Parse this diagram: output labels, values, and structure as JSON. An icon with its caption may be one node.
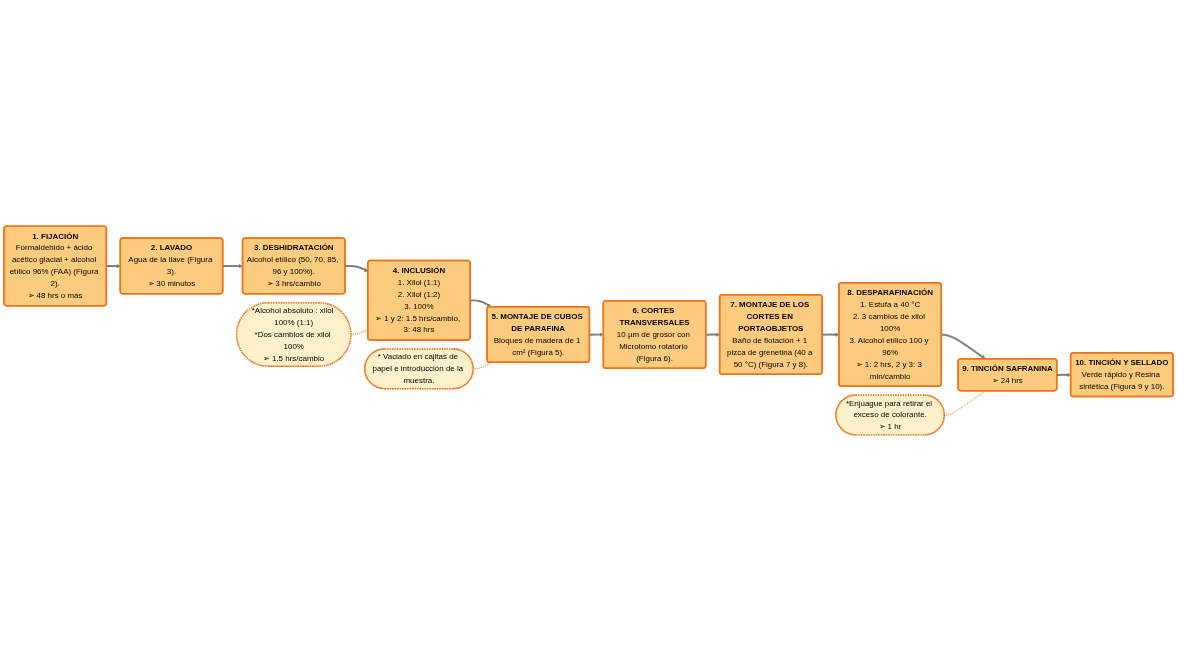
{
  "diagram": {
    "nodes": [
      {
        "text": [
          "1. FIJACIÓN",
          "Formaldehido + ácido acético glacial + alcohol etílico 96% (FAA) (Figura 2).",
          "➢ 48 hrs o más"
        ]
      },
      {
        "text": [
          "2. LAVADO",
          "Agua de la llave (Figura 3).",
          "➢ 30 minutos"
        ]
      },
      {
        "text": [
          "3. DESHIDRATACIÓN",
          "Alcohol etílico (50, 70, 85, 96 y 100%).",
          "➢ 3 hrs/cambio"
        ]
      },
      {
        "text": [
          "4. INCLUSIÓN",
          "1. Xilol (1:1)",
          "2. Xilol (1:2)",
          "3. 100%",
          "➢ 1 y 2: 1.5 hrs/cambio, 3: 48 hrs"
        ]
      },
      {
        "text": [
          "5. MONTAJE DE CUBOS DE PARAFINA",
          "Bloques de madera de 1 cm² (Figura 5)."
        ]
      },
      {
        "text": [
          "6. CORTES TRANSVERSALES",
          "10 µm de grosor con Microtomo rotatorio (Figura 6)."
        ]
      },
      {
        "text": [
          "7. MONTAJE DE LOS CORTES EN PORTAOBJETOS",
          "Baño de flotación + 1 pizca de grenetina (40 a 50 °C) (Figura 7 y 8)."
        ]
      },
      {
        "text": [
          "8. DESPARAFINACIÓN",
          "1. Estufa a 40 °C",
          "2. 3 cambios de xilol 100%",
          "3. Alcohol etílico 100 y 96%",
          "➢ 1: 2 hrs, 2 y 3: 3 min/cambio"
        ]
      },
      {
        "text": [
          "9. TINCIÓN SAFRANINA",
          "➢ 24 hrs"
        ]
      },
      {
        "text": [
          "10. TINCIÓN Y SELLADO",
          "Verde rápido y Resina sintética (Figura 9 y 10)."
        ]
      },
      {
        "text": [
          "*Alcohol absoluto : xilol 100% (1:1)",
          "*Dos cambios de xilol 100%",
          "➢ 1.5 hrs/cambio"
        ]
      },
      {
        "text": [
          "* Vaciado en cajitas de papel e introducción de la muestra."
        ]
      },
      {
        "text": [
          "*Enjuague para retirar el exceso de colorante.",
          "➢ 1 hr"
        ]
      }
    ],
    "edges": [
      {
        "from": 0,
        "to": 1,
        "arrow": "to"
      },
      {
        "from": 1,
        "to": 2,
        "arrow": "to"
      },
      {
        "from": 2,
        "to": 3,
        "arrow": "to"
      },
      {
        "from": 3,
        "to": 4,
        "arrow": "to"
      },
      {
        "from": 4,
        "to": 5,
        "arrow": "to"
      },
      {
        "from": 5,
        "to": 6,
        "arrow": "to"
      },
      {
        "from": 6,
        "to": 7,
        "arrow": "to"
      },
      {
        "from": 7,
        "to": 8,
        "arrow": "to"
      },
      {
        "from": 8,
        "to": 9,
        "arrow": "to"
      },
      {
        "from": 10,
        "to": 3,
        "arrow": "none",
        "style": "dashed",
        "color": "#f07318"
      },
      {
        "from": 11,
        "to": 4,
        "arrow": "none",
        "style": "dashed",
        "color": "#f07318"
      },
      {
        "from": 12,
        "to": 8,
        "arrow": "none",
        "style": "dashed",
        "color": "#f07318"
      }
    ]
  }
}
